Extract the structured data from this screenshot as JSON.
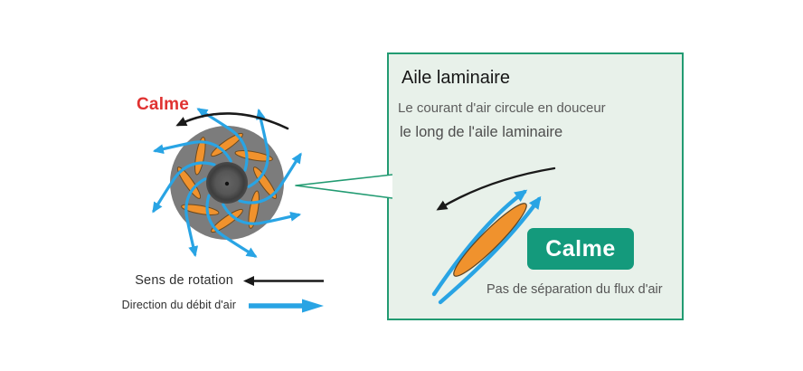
{
  "figure": {
    "fan_label": "Calme",
    "legend": [
      {
        "label": "Sens de rotation",
        "icon": "black-left-arrow"
      },
      {
        "label": "Direction du débit d'air",
        "icon": "blue-right-arrow"
      }
    ]
  },
  "panel": {
    "title": "Aile laminaire",
    "description_line1": "Le courant d'air circule en douceur",
    "description_line2": "le long de l'aile laminaire",
    "badge_label": "Calme",
    "caption": "Pas de séparation du flux d'air"
  },
  "colors": {
    "calm_red": "#e03231",
    "panel_border_green": "#229b72",
    "panel_background": "#e8f1ea",
    "badge_green": "#149a7c",
    "airflow_blue": "#29a4e4",
    "blade_orange": "#f0922d",
    "fan_disc_gray": "#7c7c7c",
    "rotation_black": "#1a1a1a"
  }
}
